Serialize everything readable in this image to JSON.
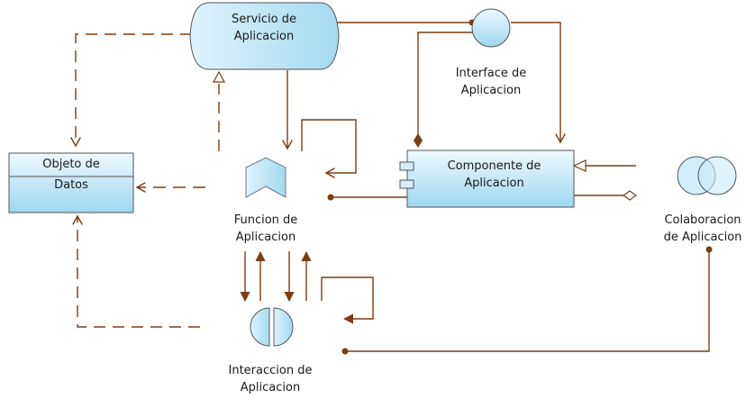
{
  "diagram": {
    "servicio": {
      "line1": "Servicio de",
      "line2": "Aplicacion"
    },
    "interface": {
      "line1": "Interface de",
      "line2": "Aplicacion"
    },
    "objeto": {
      "line1": "Objeto de",
      "line2": "Datos"
    },
    "componente": {
      "line1": "Componente de",
      "line2": "Aplicacion"
    },
    "colaboracion": {
      "line1": "Colaboracion",
      "line2": "de Aplicacion"
    },
    "funcion": {
      "line1": "Funcion de",
      "line2": "Aplicacion"
    },
    "interaccion": {
      "line1": "Interaccion de",
      "line2": "Aplicacion"
    }
  },
  "colors": {
    "connector": "#7a3e12",
    "element_fill_top": "#eaf7fd",
    "element_fill_bottom": "#9fd8f2",
    "element_border": "#3d3d3d"
  }
}
